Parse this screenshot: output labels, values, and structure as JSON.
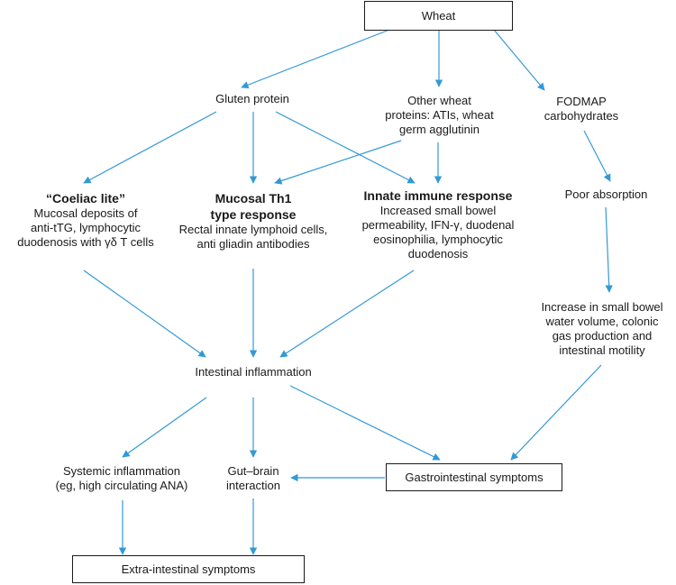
{
  "colors": {
    "arrow": "#3399d6",
    "text": "#1a1a1a",
    "box_border": "#1a1a1a"
  },
  "nodes": {
    "wheat": "Wheat",
    "gluten": "Gluten protein",
    "other_wheat": [
      "Other wheat",
      "proteins: ATIs, wheat",
      "germ agglutinin"
    ],
    "fodmap": [
      "FODMAP",
      "carbohydrates"
    ],
    "coeliac_lite": {
      "title": "“Coeliac lite”",
      "lines": [
        "Mucosal deposits of",
        "anti-tTG,  lymphocytic",
        "duodenosis with γδ T cells"
      ]
    },
    "mucosal_th1": {
      "title": [
        "Mucosal Th1",
        "type response"
      ],
      "lines": [
        "Rectal innate lymphoid cells,",
        "anti gliadin antibodies"
      ]
    },
    "innate": {
      "title": "Innate immune response",
      "lines": [
        "Increased small bowel",
        "permeability, IFN-γ, duodenal",
        "eosinophilia, lymphocytic",
        "duodenosis"
      ]
    },
    "poor_absorption": "Poor absorption",
    "increase_water": [
      "Increase in small bowel",
      "water volume, colonic",
      "gas production and",
      "intestinal motility"
    ],
    "intestinal_inflammation": "Intestinal inflammation",
    "systemic": [
      "Systemic inflammation",
      "(eg, high circulating ANA)"
    ],
    "gut_brain": [
      "Gut–brain",
      "interaction"
    ],
    "gi_symptoms": "Gastrointestinal symptoms",
    "extra_intestinal": "Extra-intestinal symptoms"
  }
}
